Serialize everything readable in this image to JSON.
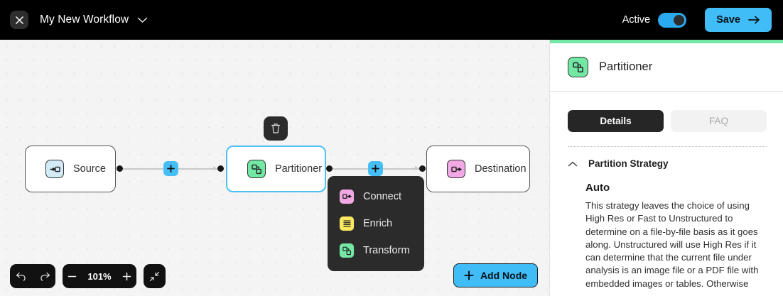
{
  "header": {
    "close_icon": "close-icon",
    "workflow_title": "My New Workflow",
    "caret_icon": "chevron-down-icon",
    "active_label": "Active",
    "toggle_state": "on",
    "save_label": "Save",
    "save_arrow_icon": "arrow-right-icon",
    "accent_color": "#40bdf6",
    "background_color": "#000000"
  },
  "canvas": {
    "background_color": "#f4f4f5",
    "grid": "dots",
    "nodes": [
      {
        "id": "source",
        "label": "Source",
        "icon": "plug-icon",
        "icon_color": "#d3eaf7",
        "selected": false
      },
      {
        "id": "partitioner",
        "label": "Partitioner",
        "icon": "partition-icon",
        "icon_color": "#72e8a4",
        "selected": true
      },
      {
        "id": "destination",
        "label": "Destination",
        "icon": "plug-icon",
        "icon_color": "#f2a8e4",
        "selected": false
      }
    ],
    "edge_plus_label": "+",
    "trash_icon": "trash-icon"
  },
  "dropdown": {
    "items": [
      {
        "label": "Connect",
        "icon": "connect-icon",
        "icon_color": "#f2a8e4"
      },
      {
        "label": "Enrich",
        "icon": "enrich-icon",
        "icon_color": "#fae95f"
      },
      {
        "label": "Transform",
        "icon": "transform-icon",
        "icon_color": "#72e8a4"
      }
    ]
  },
  "toolbar": {
    "undo_icon": "undo-icon",
    "redo_icon": "redo-icon",
    "zoom_out_label": "−",
    "zoom_level": "101%",
    "zoom_in_label": "+",
    "fit_icon": "fit-screen-icon",
    "add_node_label": "Add Node",
    "add_node_icon": "plus-icon"
  },
  "panel": {
    "accent_color": "#72e8a4",
    "title": "Partitioner",
    "icon": "partition-icon",
    "tabs": [
      {
        "label": "Details",
        "active": true
      },
      {
        "label": "FAQ",
        "active": false
      }
    ],
    "section": {
      "collapse_icon": "chevron-up-icon",
      "title": "Partition Strategy",
      "strategy_name": "Auto",
      "description": "This strategy leaves the choice of using High Res or Fast to Unstructured to determine on a file-by-file basis as it goes along. Unstructured will use High Res if it can determine that the current file under analysis is an image file or a PDF file with embedded images or tables. Otherwise"
    }
  }
}
